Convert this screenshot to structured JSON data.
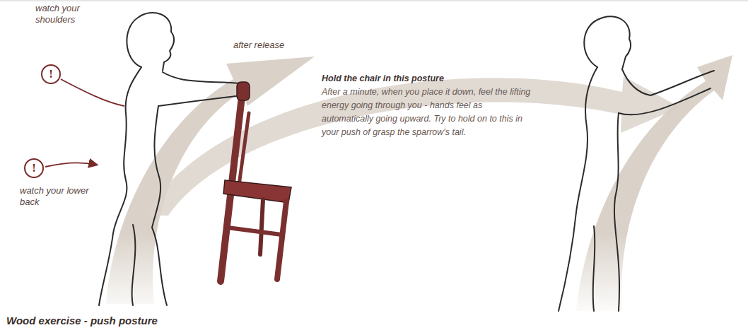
{
  "diagram": {
    "caption": "Wood exercise - push posture",
    "nodes": [
      {
        "text": [
          "!"
        ]
      },
      {
        "text": [
          "!"
        ]
      }
    ],
    "labels": [
      "watch your shoulders",
      "after release",
      "watch your lower back",
      "Hold the chair in this posture",
      "After a minute, when you place it down, feel the lifting energy going through you - hands feel as automatically going upward. Try to hold on to this in your push of grasp the sparrow's tail."
    ]
  }
}
